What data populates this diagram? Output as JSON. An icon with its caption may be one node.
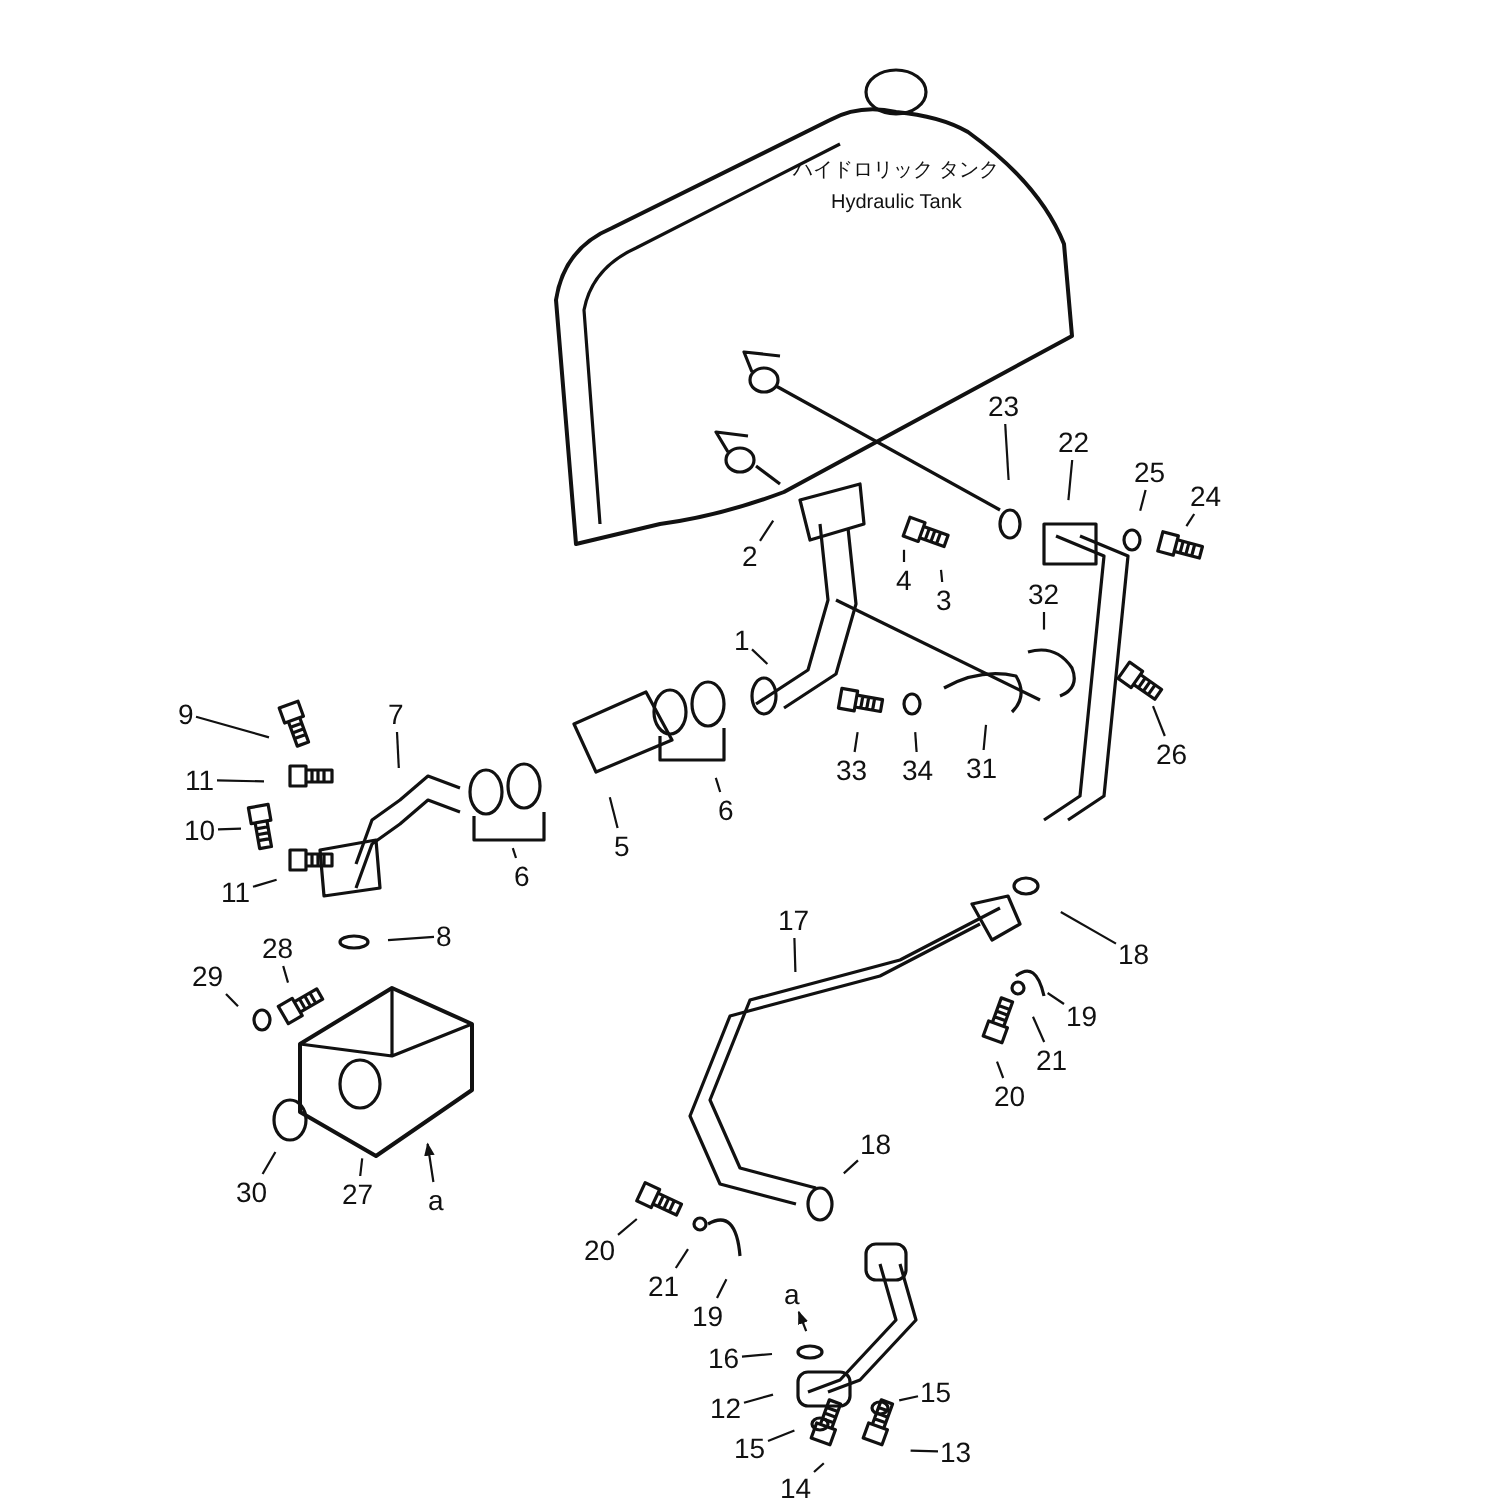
{
  "diagram": {
    "nodes": [
      {
        "text": [
          "23"
        ]
      },
      {
        "text": [
          "22"
        ]
      },
      {
        "text": [
          "25"
        ]
      },
      {
        "text": [
          "24"
        ]
      },
      {
        "text": [
          "2"
        ]
      },
      {
        "text": [
          "4"
        ]
      },
      {
        "text": [
          "3"
        ]
      },
      {
        "text": [
          "32"
        ]
      },
      {
        "text": [
          "1"
        ]
      },
      {
        "text": [
          "9"
        ]
      },
      {
        "text": [
          "7"
        ]
      },
      {
        "text": [
          "26"
        ]
      },
      {
        "text": [
          "31"
        ]
      },
      {
        "text": [
          "33"
        ]
      },
      {
        "text": [
          "34"
        ]
      },
      {
        "text": [
          "11"
        ]
      },
      {
        "text": [
          "6"
        ]
      },
      {
        "text": [
          "10"
        ]
      },
      {
        "text": [
          "5"
        ]
      },
      {
        "text": [
          "6"
        ]
      },
      {
        "text": [
          "11"
        ]
      },
      {
        "text": [
          "17"
        ]
      },
      {
        "text": [
          "8"
        ]
      },
      {
        "text": [
          "28"
        ]
      },
      {
        "text": [
          "18"
        ]
      },
      {
        "text": [
          "29"
        ]
      },
      {
        "text": [
          "19"
        ]
      },
      {
        "text": [
          "21"
        ]
      },
      {
        "text": [
          "20"
        ]
      },
      {
        "text": [
          "18"
        ]
      },
      {
        "text": [
          "30"
        ]
      },
      {
        "text": [
          "a"
        ]
      },
      {
        "text": [
          "27"
        ]
      },
      {
        "text": [
          "20"
        ]
      },
      {
        "text": [
          "21"
        ]
      },
      {
        "text": [
          "a"
        ]
      },
      {
        "text": [
          "19"
        ]
      },
      {
        "text": [
          "16"
        ]
      },
      {
        "text": [
          "15"
        ]
      },
      {
        "text": [
          "12"
        ]
      },
      {
        "text": [
          "13"
        ]
      },
      {
        "text": [
          "15"
        ]
      },
      {
        "text": [
          "14"
        ]
      }
    ],
    "edges": [
      {
        "from": 0,
        "to": null,
        "arrow": "none"
      },
      {
        "from": 1,
        "to": null,
        "arrow": "none"
      },
      {
        "from": 2,
        "to": null,
        "arrow": "none"
      },
      {
        "from": 3,
        "to": null,
        "arrow": "none"
      },
      {
        "from": 4,
        "to": null,
        "arrow": "none"
      },
      {
        "from": 5,
        "to": null,
        "arrow": "none"
      },
      {
        "from": 6,
        "to": null,
        "arrow": "none"
      },
      {
        "from": 7,
        "to": null,
        "arrow": "none"
      },
      {
        "from": 8,
        "to": null,
        "arrow": "none"
      },
      {
        "from": 9,
        "to": null,
        "arrow": "none"
      },
      {
        "from": 10,
        "to": null,
        "arrow": "none"
      },
      {
        "from": 11,
        "to": null,
        "arrow": "none"
      },
      {
        "from": 12,
        "to": null,
        "arrow": "none"
      },
      {
        "from": 13,
        "to": null,
        "arrow": "none"
      },
      {
        "from": 14,
        "to": null,
        "arrow": "none"
      },
      {
        "from": 15,
        "to": null,
        "arrow": "none"
      },
      {
        "from": 16,
        "to": null,
        "arrow": "none"
      },
      {
        "from": 17,
        "to": null,
        "arrow": "none"
      },
      {
        "from": 18,
        "to": null,
        "arrow": "none"
      },
      {
        "from": 19,
        "to": null,
        "arrow": "none"
      },
      {
        "from": 20,
        "to": null,
        "arrow": "none"
      },
      {
        "from": 21,
        "to": null,
        "arrow": "none"
      },
      {
        "from": 22,
        "to": null,
        "arrow": "none"
      },
      {
        "from": 23,
        "to": null,
        "arrow": "none"
      },
      {
        "from": 24,
        "to": null,
        "arrow": "none"
      },
      {
        "from": 25,
        "to": null,
        "arrow": "none"
      },
      {
        "from": 26,
        "to": null,
        "arrow": "none"
      },
      {
        "from": 27,
        "to": null,
        "arrow": "none"
      },
      {
        "from": 28,
        "to": null,
        "arrow": "none"
      },
      {
        "from": 29,
        "to": null,
        "arrow": "none"
      },
      {
        "from": 30,
        "to": null,
        "arrow": "none"
      },
      {
        "from": 31,
        "to": null,
        "arrow": "to"
      },
      {
        "from": 32,
        "to": null,
        "arrow": "none"
      },
      {
        "from": 33,
        "to": null,
        "arrow": "none"
      },
      {
        "from": 34,
        "to": null,
        "arrow": "none"
      },
      {
        "from": null,
        "to": 35,
        "arrow": "to"
      },
      {
        "from": 36,
        "to": null,
        "arrow": "none"
      },
      {
        "from": 37,
        "to": null,
        "arrow": "none"
      },
      {
        "from": 38,
        "to": null,
        "arrow": "none"
      },
      {
        "from": 39,
        "to": null,
        "arrow": "none"
      },
      {
        "from": 40,
        "to": null,
        "arrow": "none"
      },
      {
        "from": 41,
        "to": null,
        "arrow": "none"
      },
      {
        "from": 42,
        "to": null,
        "arrow": "none"
      }
    ],
    "labels": [
      "ハイドロリック タンク",
      "Hydraulic Tank"
    ]
  }
}
